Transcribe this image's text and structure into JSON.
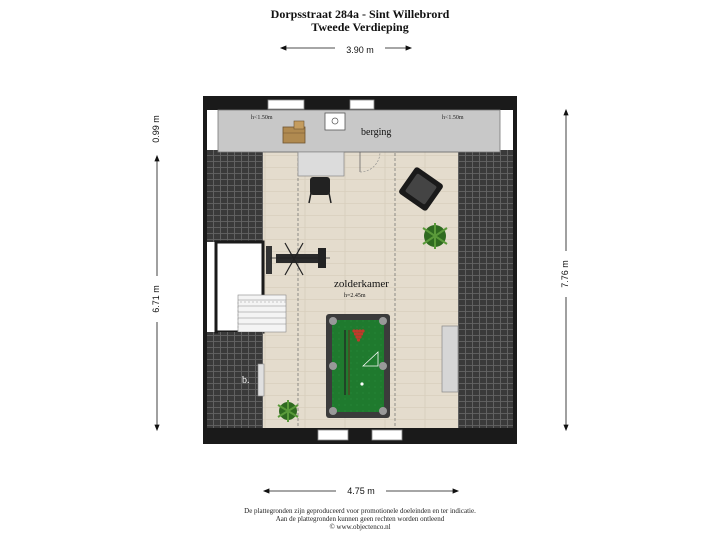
{
  "header": {
    "address": "Dorpsstraat 284a - Sint Willebrord",
    "floor": "Tweede Verdieping"
  },
  "dimensions": {
    "top_width": "3.90 m",
    "bottom_width": "4.75 m",
    "left_total": "6.71 m",
    "left_top": "0.99 m",
    "right_total": "7.76 m"
  },
  "rooms": {
    "storage": "berging",
    "storage_h_left": "h<1.50m",
    "storage_h_right": "h<1.50m",
    "attic": "zolderkamer",
    "attic_height": "h=2.45m",
    "small_room": "b."
  },
  "footer": {
    "line1": "De plattegronden zijn geproduceerd voor promotionele doeleinden en ter indicatie.",
    "line2": "Aan de plattegronden kunnen geen rechten worden ontleend",
    "copyright": "© www.objectenco.nl"
  },
  "colors": {
    "wall": "#1a1a1a",
    "floor": "#e4dccd",
    "storage": "#c8c8c8",
    "roof": "#3a3a3a",
    "billiard": "#1f7a2e"
  }
}
